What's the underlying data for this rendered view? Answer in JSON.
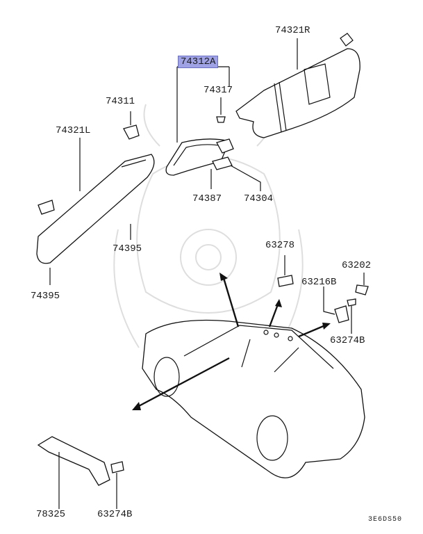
{
  "parts": {
    "highlighted": "74312A",
    "sunvisor_right": "74321R",
    "mirror_base": "74317",
    "visor_clip": "74311",
    "sunvisor_left": "74321L",
    "mirror_cover": "74304",
    "mirror_screw": "74387",
    "visor_screw_center": "74395",
    "visor_screw_left": "74395",
    "roof_clip": "63278",
    "side_clip": "63202",
    "grip_cap": "63216B",
    "grip_screw_right": "63274B",
    "assist_grip": "78325",
    "grip_screw_bottom": "63274B"
  },
  "diagram_code": "3E6DS50"
}
